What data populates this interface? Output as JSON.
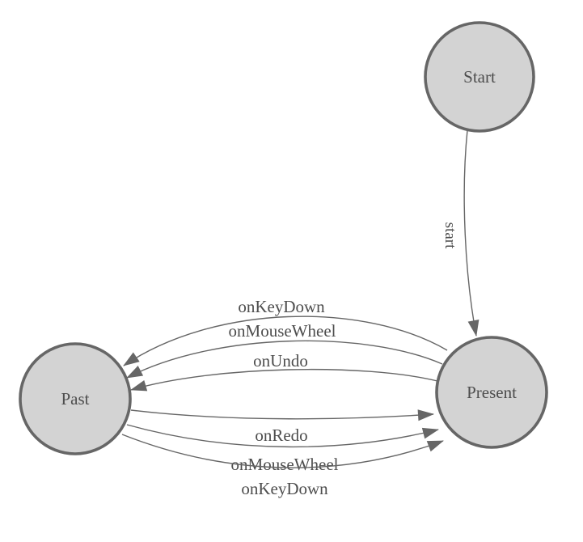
{
  "diagram": {
    "kind": "state-machine-diagram",
    "background": "#ffffff"
  },
  "colors": {
    "node_fill": "#d3d3d3",
    "node_border": "#666666",
    "edge_line": "#666666",
    "arrowhead": "#666666",
    "label_text": "#4d4d4d"
  },
  "nodes": [
    {
      "id": "start",
      "label": "Start"
    },
    {
      "id": "past",
      "label": "Past"
    },
    {
      "id": "present",
      "label": "Present"
    }
  ],
  "edges": [
    {
      "from": "Start",
      "to": "Present",
      "label": "start"
    },
    {
      "from": "Present",
      "to": "Past",
      "label": "onKeyDown"
    },
    {
      "from": "Present",
      "to": "Past",
      "label": "onMouseWheel"
    },
    {
      "from": "Present",
      "to": "Past",
      "label": "onUndo"
    },
    {
      "from": "Past",
      "to": "Present",
      "label": "onRedo"
    },
    {
      "from": "Past",
      "to": "Present",
      "label": "onMouseWheel"
    },
    {
      "from": "Past",
      "to": "Present",
      "label": "onKeyDown"
    }
  ]
}
